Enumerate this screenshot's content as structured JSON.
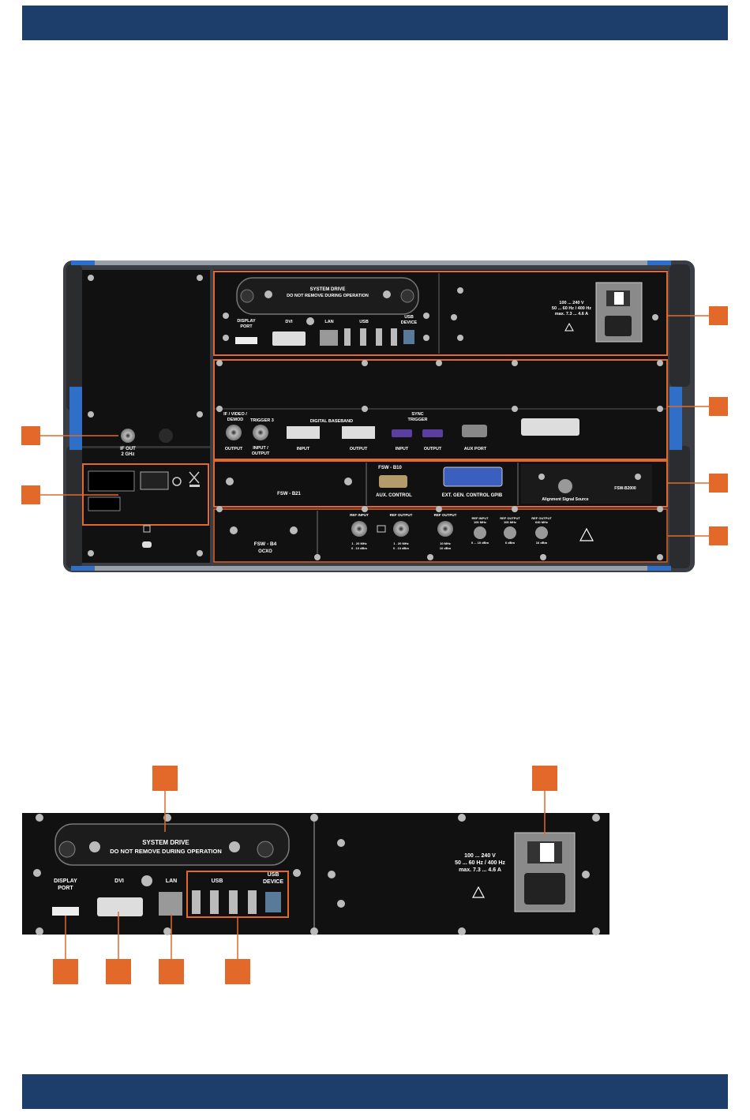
{
  "colors": {
    "header_bar": "#1d3e6b",
    "callout": "#e2692a",
    "panel": "#111111",
    "chassis": "#3a3d44",
    "handle_blue": "#2f6fc7"
  },
  "upper": {
    "system_drive_title": "SYSTEM DRIVE",
    "system_drive_sub": "DO NOT REMOVE DURING OPERATION",
    "display_port": [
      "DISPLAY",
      "PORT"
    ],
    "dvi": "DVI",
    "lan": "LAN",
    "usb": "USB",
    "usb_device": [
      "USB",
      "DEVICE"
    ],
    "power_spec": [
      "100 ... 240 V",
      "50 ... 60 Hz / 400 Hz",
      "max. 7.3 ... 4.6 A"
    ],
    "if_video_demod": [
      "IF / VIDEO /",
      "DEMOD"
    ],
    "trigger3": "TRIGGER 3",
    "digital_baseband": "DIGITAL BASEBAND",
    "sync_trigger": [
      "SYNC",
      "TRIGGER"
    ],
    "output": "OUTPUT",
    "input_output": [
      "INPUT /",
      "OUTPUT"
    ],
    "input": "INPUT",
    "aux_port": "AUX PORT",
    "if_out": [
      "IF OUT",
      "2 GHz"
    ],
    "fsw_b21": "FSW - B21",
    "fsw_b10": "FSW - B10",
    "aux_control": "AUX. CONTROL",
    "ext_gen_control": "EXT. GEN. CONTROL GPIB",
    "fsw_b2000": "FSW-B2000",
    "alignment_signal_source": "Alignment Signal Source",
    "fsw_b4": "FSW - B4",
    "ocxo": "OCXO",
    "ref_input_1": [
      "REF INPUT",
      "1 . 20 MHz",
      "0 . 10 dBm"
    ],
    "ref_output_1": [
      "REF OUTPUT",
      "1 . 20 MHz",
      "0 . 10 dBm"
    ],
    "ref_output_2": [
      "REF OUTPUT",
      "10 MHz",
      "10 dBm"
    ],
    "ref_input_2": [
      "REF INPUT",
      "100 MHz",
      "0 ... 10 dBm"
    ],
    "ref_output_3": [
      "REF OUTPUT",
      "100 MHz",
      "6 dBm"
    ],
    "ref_output_4": [
      "REF OUTPUT",
      "640 MHz",
      "16 dBm"
    ]
  },
  "lower": {
    "system_drive_title": "SYSTEM DRIVE",
    "system_drive_sub": "DO NOT REMOVE DURING OPERATION",
    "display_port": [
      "DISPLAY",
      "PORT"
    ],
    "dvi": "DVI",
    "lan": "LAN",
    "usb": "USB",
    "usb_device": [
      "USB",
      "DEVICE"
    ],
    "power_spec": [
      "100 ... 240 V",
      "50 ... 60 Hz / 400 Hz",
      "max. 7.3 ... 4.6 A"
    ]
  }
}
